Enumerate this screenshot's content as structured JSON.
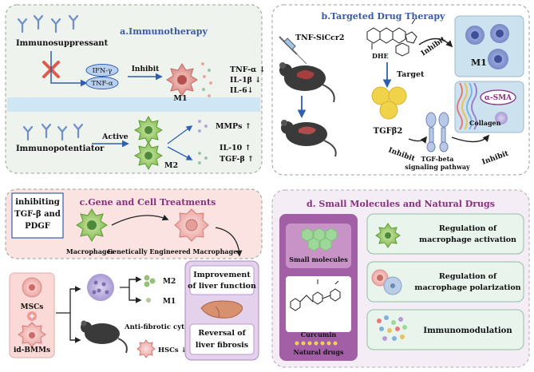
{
  "panel_a": {
    "title": "a.Immunotherapy",
    "immunosuppressant": "Immunosuppressant",
    "ifn_gamma": "IFN-γ",
    "tnf_alpha": "TNF-α",
    "inhibit": "Inhibit",
    "m1": "M1",
    "cytokines_down": [
      "TNF-α ↓",
      "IL-1β ↓",
      "IL-6↓"
    ],
    "immunopotentiator": "Immunopotentiator",
    "active": "Active",
    "m2": "M2",
    "mmps": "MMPs ↑",
    "cytokines_up": [
      "IL-10 ↑",
      "TGF-β ↑"
    ]
  },
  "panel_b": {
    "title": "b.Targeted Drug Therapy",
    "tnf_siccr2": "TNF-SiCcr2",
    "dhe": "DHE",
    "target": "Target",
    "inhibit": "Inhibit",
    "m1": "M1",
    "alpha_sma": "α-SMA",
    "collagen": "Collagen",
    "tgfb2": "TGFβ2",
    "pathway": [
      "TGF-beta",
      "signaling pathway"
    ]
  },
  "panel_c": {
    "title": "c.Gene and Cell Treatments",
    "inhibiting": [
      "inhibiting",
      "TGF-β and",
      "PDGF"
    ],
    "macrophages": "Macrophages",
    "engineered": "Genetically Engineered Macrophages",
    "mscs": "MSCs",
    "idbmms": "id-BMMs",
    "m2": "M2",
    "m1": "M1",
    "anti_fibrotic": "Anti-fibrotic cytokines ↑",
    "hscs": "HSCs ↓",
    "improvement": [
      "Improvement",
      "of liver function"
    ],
    "reversal": [
      "Reversal of",
      "liver fibrosis"
    ]
  },
  "panel_d": {
    "title": "d. Small Molecules and Natural Drugs",
    "small_molecules": "Small molecules",
    "curcumin": "Curcumin",
    "natural_drugs": "Natural drugs",
    "regulation_activation": [
      "Regulation of",
      "macrophage activation"
    ],
    "regulation_polarization": [
      "Regulation of",
      "macrophage polarization"
    ],
    "immunomodulation": "Immunomodulation"
  },
  "colors": {
    "panel_a_bg": "#eef3ee",
    "panel_c_bg": "#fbe3e2",
    "panel_d_bg": "#f5edf6",
    "title_blue": "#3a59a8",
    "title_purple": "#8a2f7e",
    "arrow_blue": "#2f5fb0",
    "m1_red": "#d77b7b",
    "m2_green": "#7fbf4f",
    "outcome_purple": "#cdb2da",
    "drug_purple": "#a25fa6"
  }
}
